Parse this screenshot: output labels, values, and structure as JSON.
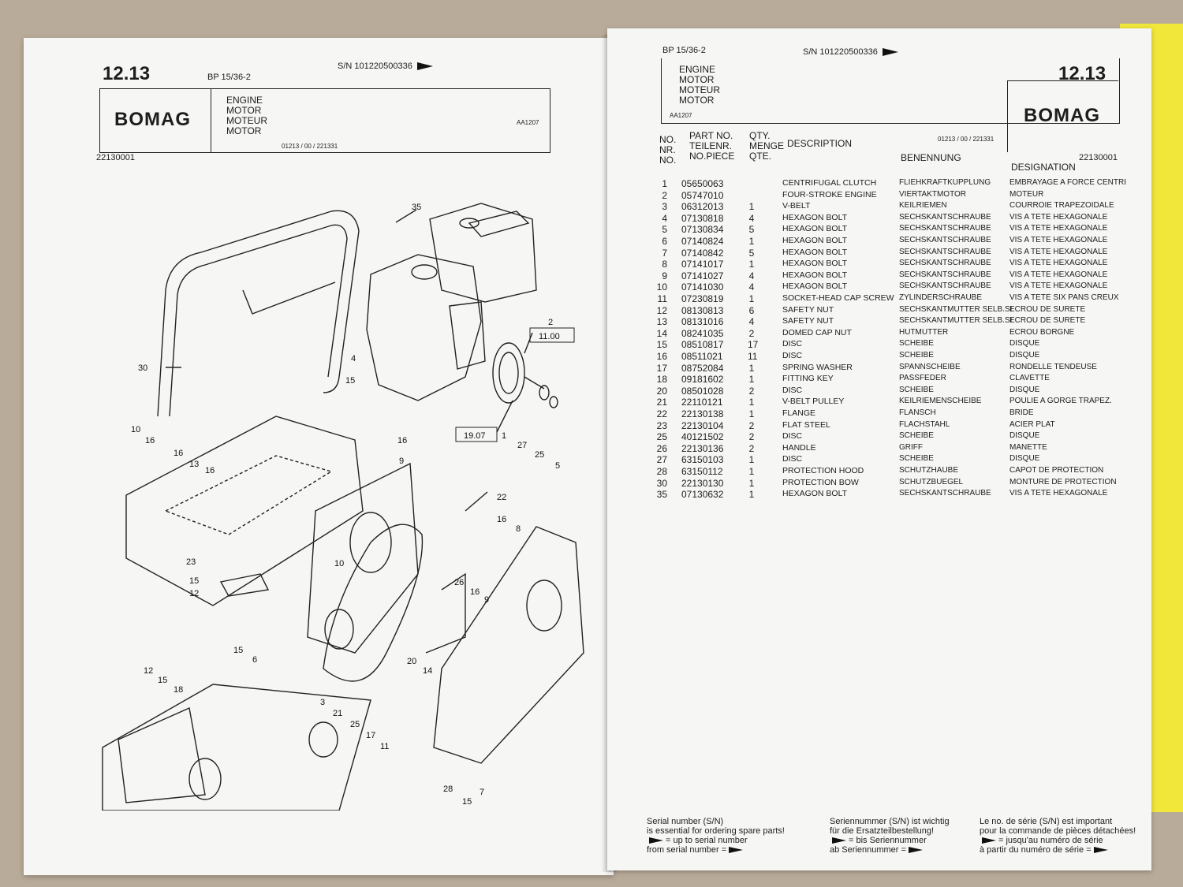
{
  "left_page": {
    "section": "12.13",
    "model": "BP 15/36-2",
    "serial": "S/N 101220500336",
    "brand": "BOMAG",
    "titles": [
      "ENGINE",
      "MOTOR",
      "MOTEUR",
      "MOTOR"
    ],
    "drawing_code": "AA1207",
    "footer_code": "01213 / 00 / 221331",
    "doc_number": "22130001",
    "diagram_callouts": [
      "35",
      "2",
      "11.00",
      "30",
      "4",
      "15",
      "10",
      "16",
      "16",
      "13",
      "16",
      "16",
      "9",
      "19.07",
      "1",
      "27",
      "25",
      "5",
      "22",
      "16",
      "8",
      "23",
      "15",
      "12",
      "10",
      "26",
      "16",
      "9",
      "20",
      "14",
      "15",
      "6",
      "12",
      "15",
      "18",
      "3",
      "21",
      "25",
      "17",
      "11",
      "28",
      "15",
      "7"
    ]
  },
  "right_page": {
    "section": "12.13",
    "model": "BP 15/36-2",
    "serial": "S/N 101220500336",
    "brand": "BOMAG",
    "titles": [
      "ENGINE",
      "MOTOR",
      "MOTEUR",
      "MOTOR"
    ],
    "drawing_code": "AA1207",
    "footer_code": "01213 / 00 / 221331",
    "doc_number": "22130001",
    "headers": {
      "no": [
        "NO.",
        "NR.",
        "NO."
      ],
      "part": [
        "PART NO.",
        "TEILENR.",
        "NO.PIECE"
      ],
      "qty": [
        "QTY.",
        "MENGE",
        "QTE."
      ],
      "description": "DESCRIPTION",
      "benennung": "BENENNUNG",
      "designation": "DESIGNATION"
    },
    "parts": [
      {
        "no": "1",
        "part": "05650063",
        "qty": "",
        "desc": "CENTRIFUGAL CLUTCH",
        "ben": "FLIEHKRAFTKUPPLUNG",
        "des": "EMBRAYAGE A FORCE CENTRI"
      },
      {
        "no": "2",
        "part": "05747010",
        "qty": "",
        "desc": "FOUR-STROKE ENGINE",
        "ben": "VIERTAKTMOTOR",
        "des": "MOTEUR"
      },
      {
        "no": "3",
        "part": "06312013",
        "qty": "1",
        "desc": "V-BELT",
        "ben": "KEILRIEMEN",
        "des": "COURROIE TRAPEZOIDALE"
      },
      {
        "no": "4",
        "part": "07130818",
        "qty": "4",
        "desc": "HEXAGON BOLT",
        "ben": "SECHSKANTSCHRAUBE",
        "des": "VIS A TETE HEXAGONALE"
      },
      {
        "no": "5",
        "part": "07130834",
        "qty": "5",
        "desc": "HEXAGON BOLT",
        "ben": "SECHSKANTSCHRAUBE",
        "des": "VIS A TETE HEXAGONALE"
      },
      {
        "no": "6",
        "part": "07140824",
        "qty": "1",
        "desc": "HEXAGON BOLT",
        "ben": "SECHSKANTSCHRAUBE",
        "des": "VIS A TETE HEXAGONALE"
      },
      {
        "no": "7",
        "part": "07140842",
        "qty": "5",
        "desc": "HEXAGON BOLT",
        "ben": "SECHSKANTSCHRAUBE",
        "des": "VIS A TETE HEXAGONALE"
      },
      {
        "no": "8",
        "part": "07141017",
        "qty": "1",
        "desc": "HEXAGON BOLT",
        "ben": "SECHSKANTSCHRAUBE",
        "des": "VIS A TETE HEXAGONALE"
      },
      {
        "no": "9",
        "part": "07141027",
        "qty": "4",
        "desc": "HEXAGON BOLT",
        "ben": "SECHSKANTSCHRAUBE",
        "des": "VIS A TETE HEXAGONALE"
      },
      {
        "no": "10",
        "part": "07141030",
        "qty": "4",
        "desc": "HEXAGON BOLT",
        "ben": "SECHSKANTSCHRAUBE",
        "des": "VIS A TETE HEXAGONALE"
      },
      {
        "no": "11",
        "part": "07230819",
        "qty": "1",
        "desc": "SOCKET-HEAD CAP SCREW",
        "ben": "ZYLINDERSCHRAUBE",
        "des": "VIS A TETE SIX PANS CREUX"
      },
      {
        "no": "12",
        "part": "08130813",
        "qty": "6",
        "desc": "SAFETY NUT",
        "ben": "SECHSKANTMUTTER SELB.SI",
        "des": "ECROU DE SURETE"
      },
      {
        "no": "13",
        "part": "08131016",
        "qty": "4",
        "desc": "SAFETY NUT",
        "ben": "SECHSKANTMUTTER SELB.SI",
        "des": "ECROU DE SURETE"
      },
      {
        "no": "14",
        "part": "08241035",
        "qty": "2",
        "desc": "DOMED CAP NUT",
        "ben": "HUTMUTTER",
        "des": "ECROU BORGNE"
      },
      {
        "no": "15",
        "part": "08510817",
        "qty": "17",
        "desc": "DISC",
        "ben": "SCHEIBE",
        "des": "DISQUE"
      },
      {
        "no": "16",
        "part": "08511021",
        "qty": "11",
        "desc": "DISC",
        "ben": "SCHEIBE",
        "des": "DISQUE"
      },
      {
        "no": "17",
        "part": "08752084",
        "qty": "1",
        "desc": "SPRING WASHER",
        "ben": "SPANNSCHEIBE",
        "des": "RONDELLE TENDEUSE"
      },
      {
        "no": "18",
        "part": "09181602",
        "qty": "1",
        "desc": "FITTING KEY",
        "ben": "PASSFEDER",
        "des": "CLAVETTE"
      },
      {
        "no": "20",
        "part": "08501028",
        "qty": "2",
        "desc": "DISC",
        "ben": "SCHEIBE",
        "des": "DISQUE"
      },
      {
        "no": "21",
        "part": "22110121",
        "qty": "1",
        "desc": "V-BELT PULLEY",
        "ben": "KEILRIEMENSCHEIBE",
        "des": "POULIE A GORGE TRAPEZ."
      },
      {
        "no": "22",
        "part": "22130138",
        "qty": "1",
        "desc": "FLANGE",
        "ben": "FLANSCH",
        "des": "BRIDE"
      },
      {
        "no": "23",
        "part": "22130104",
        "qty": "2",
        "desc": "FLAT STEEL",
        "ben": "FLACHSTAHL",
        "des": "ACIER PLAT"
      },
      {
        "no": "25",
        "part": "40121502",
        "qty": "2",
        "desc": "DISC",
        "ben": "SCHEIBE",
        "des": "DISQUE"
      },
      {
        "no": "26",
        "part": "22130136",
        "qty": "2",
        "desc": "HANDLE",
        "ben": "GRIFF",
        "des": "MANETTE"
      },
      {
        "no": "27",
        "part": "63150103",
        "qty": "1",
        "desc": "DISC",
        "ben": "SCHEIBE",
        "des": "DISQUE"
      },
      {
        "no": "28",
        "part": "63150112",
        "qty": "1",
        "desc": "PROTECTION HOOD",
        "ben": "SCHUTZHAUBE",
        "des": "CAPOT DE PROTECTION"
      },
      {
        "no": "30",
        "part": "22130130",
        "qty": "1",
        "desc": "PROTECTION BOW",
        "ben": "SCHUTZBUEGEL",
        "des": "MONTURE DE PROTECTION"
      },
      {
        "no": "35",
        "part": "07130632",
        "qty": "1",
        "desc": "HEXAGON BOLT",
        "ben": "SECHSKANTSCHRAUBE",
        "des": "VIS A TETE HEXAGONALE"
      }
    ],
    "footer": {
      "en": [
        "Serial number (S/N)",
        "is essential for ordering spare parts!",
        "= up to serial number",
        "from serial number ="
      ],
      "de": [
        "Seriennummer (S/N) ist wichtig",
        "für die Ersatzteilbestellung!",
        "= bis Seriennummer",
        "ab Seriennummer ="
      ],
      "fr": [
        "Le no. de série (S/N) est important",
        "pour la commande de pièces détachées!",
        "= jusqu'au numéro de série",
        "à partir du numéro de série ="
      ]
    }
  }
}
